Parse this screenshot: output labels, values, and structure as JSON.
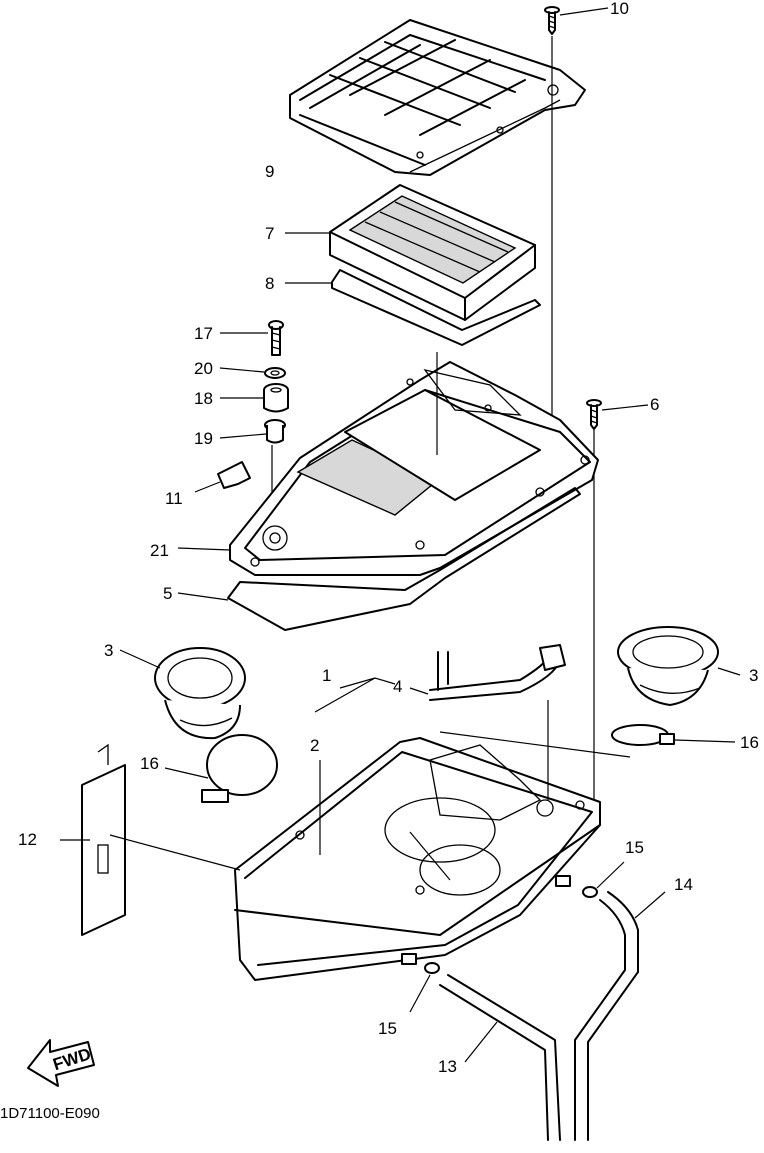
{
  "diagram": {
    "drawing_code": "1D71100-E090",
    "fwd_label": "FWD",
    "callouts": [
      {
        "id": "c1",
        "text": "1"
      },
      {
        "id": "c2",
        "text": "2"
      },
      {
        "id": "c3a",
        "text": "3"
      },
      {
        "id": "c3b",
        "text": "3"
      },
      {
        "id": "c4",
        "text": "4"
      },
      {
        "id": "c5",
        "text": "5"
      },
      {
        "id": "c6",
        "text": "6"
      },
      {
        "id": "c7",
        "text": "7"
      },
      {
        "id": "c8",
        "text": "8"
      },
      {
        "id": "c9",
        "text": "9"
      },
      {
        "id": "c10",
        "text": "10"
      },
      {
        "id": "c11",
        "text": "11"
      },
      {
        "id": "c12",
        "text": "12"
      },
      {
        "id": "c13",
        "text": "13"
      },
      {
        "id": "c14",
        "text": "14"
      },
      {
        "id": "c15a",
        "text": "15"
      },
      {
        "id": "c15b",
        "text": "15"
      },
      {
        "id": "c16a",
        "text": "16"
      },
      {
        "id": "c16b",
        "text": "16"
      },
      {
        "id": "c17",
        "text": "17"
      },
      {
        "id": "c18",
        "text": "18"
      },
      {
        "id": "c19",
        "text": "19"
      },
      {
        "id": "c20",
        "text": "20"
      },
      {
        "id": "c21",
        "text": "21"
      }
    ]
  }
}
